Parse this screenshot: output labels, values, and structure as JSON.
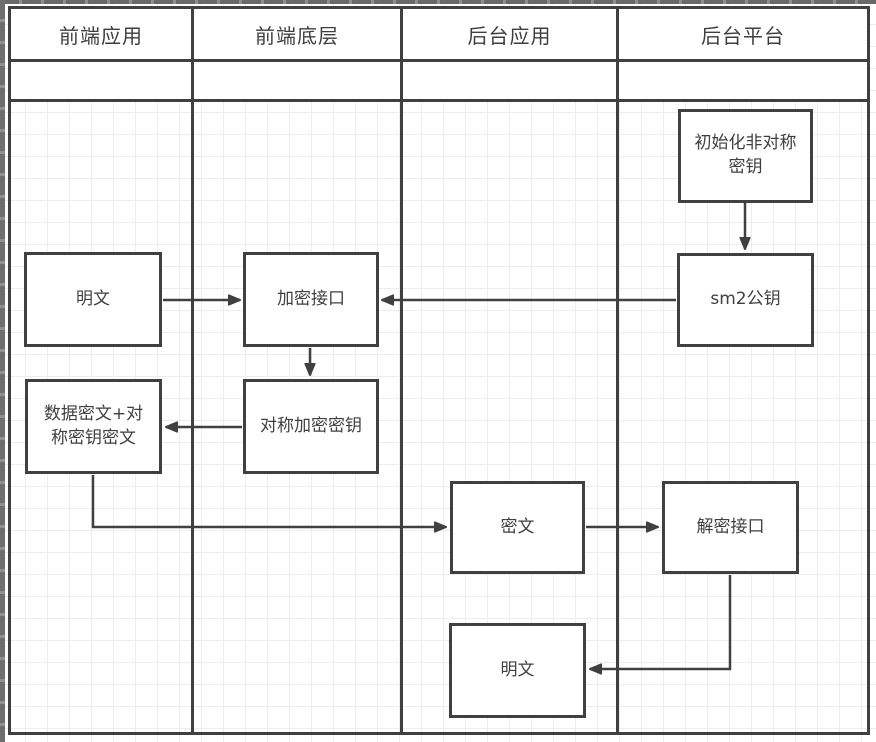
{
  "diagram": {
    "type": "swimlane-flowchart",
    "lanes": [
      {
        "label": "前端应用"
      },
      {
        "label": "前端底层"
      },
      {
        "label": "后台应用"
      },
      {
        "label": "后台平台"
      }
    ],
    "nodes": {
      "init_asym_key": {
        "label": "初始化非对称密钥",
        "lane": "后台平台"
      },
      "sm2_public_key": {
        "label": "sm2公钥",
        "lane": "后台平台"
      },
      "plaintext_front": {
        "label": "明文",
        "lane": "前端应用"
      },
      "encrypt_api": {
        "label": "加密接口",
        "lane": "前端底层"
      },
      "sym_encrypt_key": {
        "label": "对称加密密钥",
        "lane": "前端底层"
      },
      "data_cipher": {
        "label": "数据密文+对称密钥密文",
        "lane": "前端应用"
      },
      "ciphertext": {
        "label": "密文",
        "lane": "后台应用"
      },
      "decrypt_api": {
        "label": "解密接口",
        "lane": "后台平台"
      },
      "plaintext_back": {
        "label": "明文",
        "lane": "后台应用"
      }
    },
    "edges": [
      {
        "from": "init_asym_key",
        "to": "sm2_public_key"
      },
      {
        "from": "sm2_public_key",
        "to": "encrypt_api"
      },
      {
        "from": "plaintext_front",
        "to": "encrypt_api"
      },
      {
        "from": "encrypt_api",
        "to": "sym_encrypt_key"
      },
      {
        "from": "sym_encrypt_key",
        "to": "data_cipher"
      },
      {
        "from": "data_cipher",
        "to": "ciphertext"
      },
      {
        "from": "ciphertext",
        "to": "decrypt_api"
      },
      {
        "from": "decrypt_api",
        "to": "plaintext_back"
      }
    ],
    "colors": {
      "line": "#404040",
      "grid": "#ededf1",
      "page_edge": "#6e6e6e",
      "node_fill": "#ffffff",
      "text": "#3f3f3f"
    }
  }
}
